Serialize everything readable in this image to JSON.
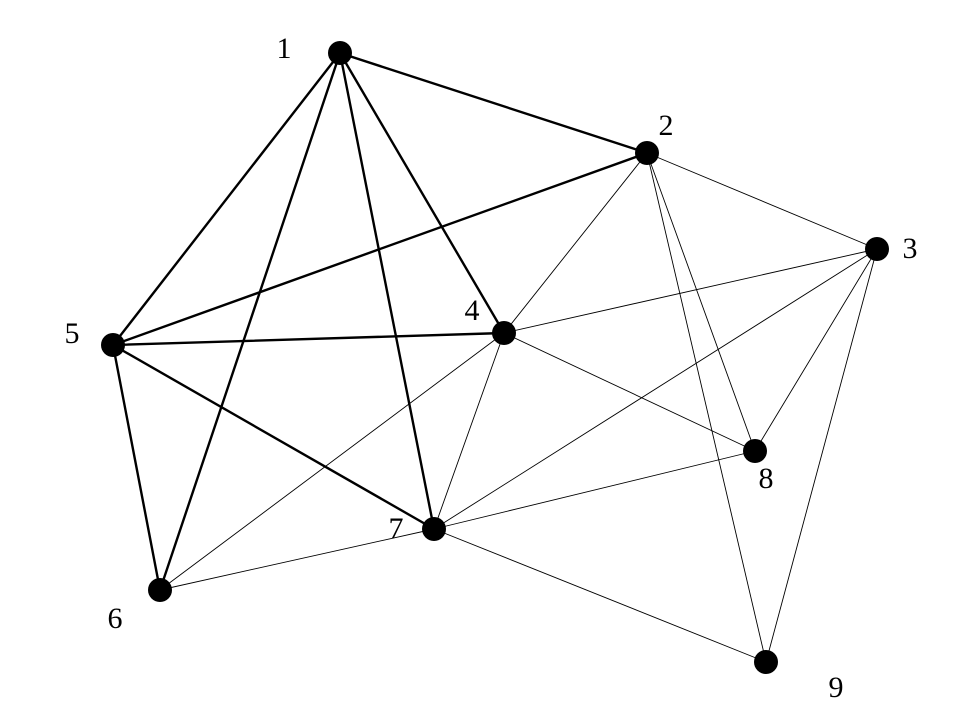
{
  "graph": {
    "colors": {
      "node": "#000000",
      "edge": "#000000",
      "background": "#ffffff"
    },
    "nodes": [
      {
        "id": "1",
        "label": "1"
      },
      {
        "id": "2",
        "label": "2"
      },
      {
        "id": "3",
        "label": "3"
      },
      {
        "id": "4",
        "label": "4"
      },
      {
        "id": "5",
        "label": "5"
      },
      {
        "id": "6",
        "label": "6"
      },
      {
        "id": "7",
        "label": "7"
      },
      {
        "id": "8",
        "label": "8"
      },
      {
        "id": "9",
        "label": "9"
      }
    ],
    "edges": [
      {
        "from": "1",
        "to": "2",
        "weight": "heavy"
      },
      {
        "from": "1",
        "to": "5",
        "weight": "heavy"
      },
      {
        "from": "1",
        "to": "6",
        "weight": "heavy"
      },
      {
        "from": "1",
        "to": "7",
        "weight": "heavy"
      },
      {
        "from": "1",
        "to": "4",
        "weight": "heavy"
      },
      {
        "from": "2",
        "to": "5",
        "weight": "heavy"
      },
      {
        "from": "5",
        "to": "4",
        "weight": "heavy"
      },
      {
        "from": "5",
        "to": "6",
        "weight": "heavy"
      },
      {
        "from": "5",
        "to": "7",
        "weight": "heavy"
      },
      {
        "from": "2",
        "to": "3",
        "weight": "light"
      },
      {
        "from": "2",
        "to": "4",
        "weight": "light"
      },
      {
        "from": "2",
        "to": "8",
        "weight": "light"
      },
      {
        "from": "2",
        "to": "9",
        "weight": "light"
      },
      {
        "from": "3",
        "to": "4",
        "weight": "light"
      },
      {
        "from": "3",
        "to": "7",
        "weight": "light"
      },
      {
        "from": "3",
        "to": "8",
        "weight": "light"
      },
      {
        "from": "3",
        "to": "9",
        "weight": "light"
      },
      {
        "from": "4",
        "to": "6",
        "weight": "light"
      },
      {
        "from": "4",
        "to": "7",
        "weight": "light"
      },
      {
        "from": "4",
        "to": "8",
        "weight": "light"
      },
      {
        "from": "6",
        "to": "7",
        "weight": "light"
      },
      {
        "from": "7",
        "to": "8",
        "weight": "light"
      },
      {
        "from": "7",
        "to": "9",
        "weight": "light"
      }
    ]
  }
}
